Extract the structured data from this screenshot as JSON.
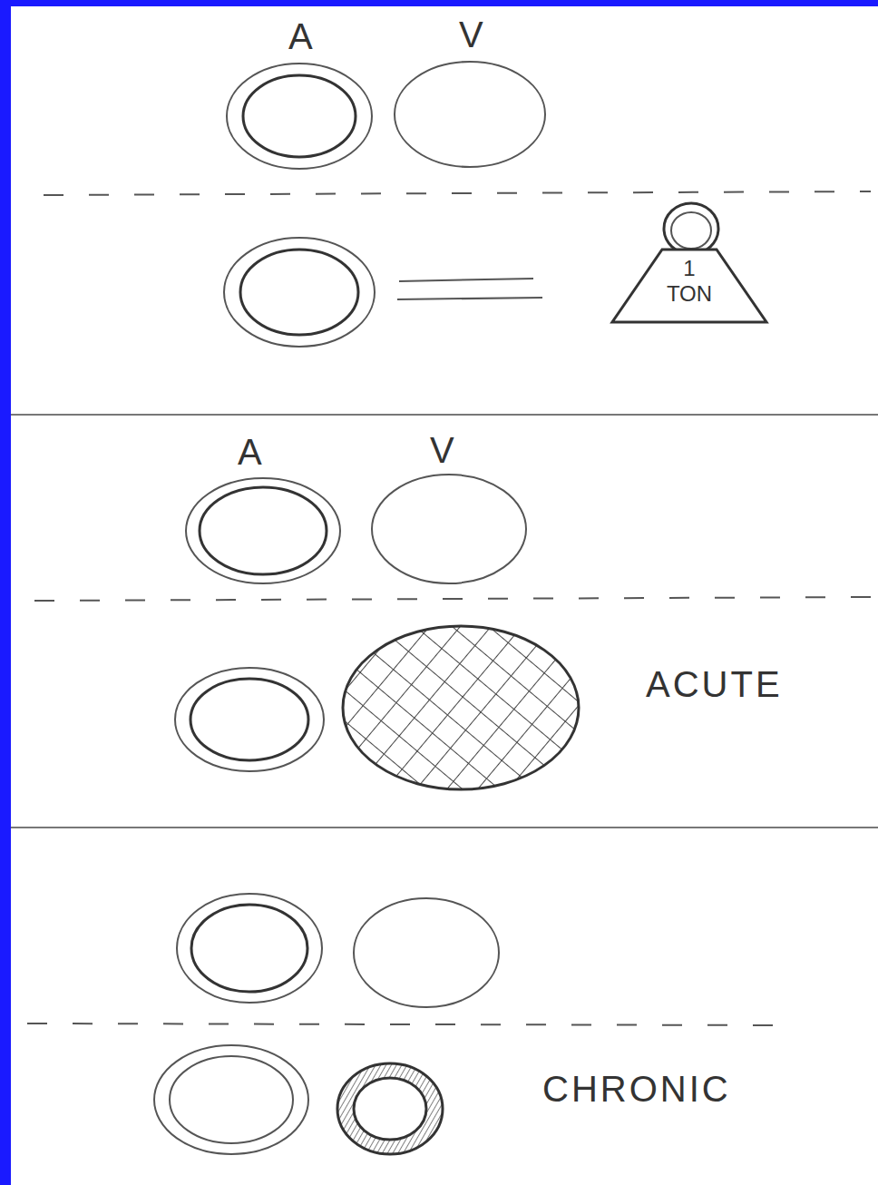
{
  "diagram": {
    "nodes": [
      {
        "text": [
          "1 TON"
        ]
      }
    ],
    "labels": [
      "A",
      "V",
      "A",
      "V",
      "ACUTE",
      "CHRONIC"
    ]
  }
}
